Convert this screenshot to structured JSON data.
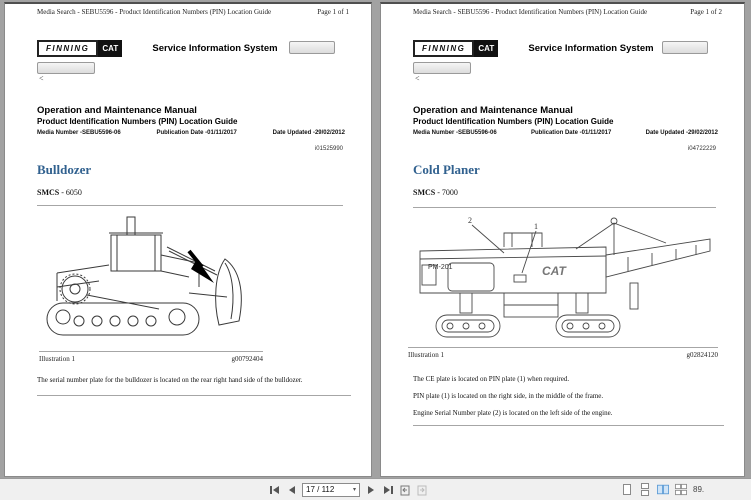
{
  "window": {
    "toolbar": {
      "page_input": "17 / 112",
      "zoom_label": "89.",
      "active_view": "facing",
      "view_icons": [
        "single-page",
        "continuous",
        "facing",
        "facing-continuous"
      ],
      "nav_icons": [
        "first-page",
        "previous-page",
        "next-page",
        "last-page",
        "previous-view",
        "next-view"
      ]
    }
  },
  "pages": [
    {
      "header_title": "Media Search - SEBU5596 - Product Identification Numbers (PIN) Location Guide",
      "page_label": "Page 1 of 1",
      "logo": {
        "finning": "FINNING",
        "cat": "CAT"
      },
      "sis_title": "Service Information System",
      "back_link": "<",
      "doc_meta": {
        "manual_title": "Operation and Maintenance Manual",
        "doc_subtitle": "Product Identification Numbers (PIN) Location Guide",
        "media_number": "Media Number -SEBU5596-06",
        "publication_date": "Publication Date -01/11/2017",
        "date_updated": "Date Updated -29/02/2012",
        "doc_id": "i01525990"
      },
      "section_heading": "Bulldozer",
      "smcs_label": "SMCS",
      "smcs_value": " - 6050",
      "illustration": {
        "caption": "Illustration 1",
        "graphic_id": "g00792404"
      },
      "paragraphs": {
        "p1": "The serial number plate for the bulldozer is located on the rear right hand side of the bulldozer."
      }
    },
    {
      "header_title": "Media Search - SEBU5596 - Product Identification Numbers (PIN) Location Guide",
      "page_label": "Page 1 of 2",
      "logo": {
        "finning": "FINNING",
        "cat": "CAT"
      },
      "sis_title": "Service Information System",
      "back_link": "<",
      "doc_meta": {
        "manual_title": "Operation and Maintenance Manual",
        "doc_subtitle": "Product Identification Numbers (PIN) Location Guide",
        "media_number": "Media Number -SEBU5596-06",
        "publication_date": "Publication Date -01/11/2017",
        "date_updated": "Date Updated -29/02/2012",
        "doc_id": "i04722229"
      },
      "section_heading": "Cold Planer",
      "smcs_label": "SMCS",
      "smcs_value": " - 7000",
      "illustration": {
        "caption": "Illustration 1",
        "graphic_id": "g02824120",
        "machine_label": "PM-201",
        "brand_label": "CAT",
        "callout_1": "1",
        "callout_2": "2"
      },
      "paragraphs": {
        "p1": "The CE plate is located on PIN plate (1) when required.",
        "p2": "PIN plate (1) is located on the right side, in the middle of the frame.",
        "p3": "Engine Serial Number plate (2) is located on the left side of the engine."
      }
    }
  ]
}
